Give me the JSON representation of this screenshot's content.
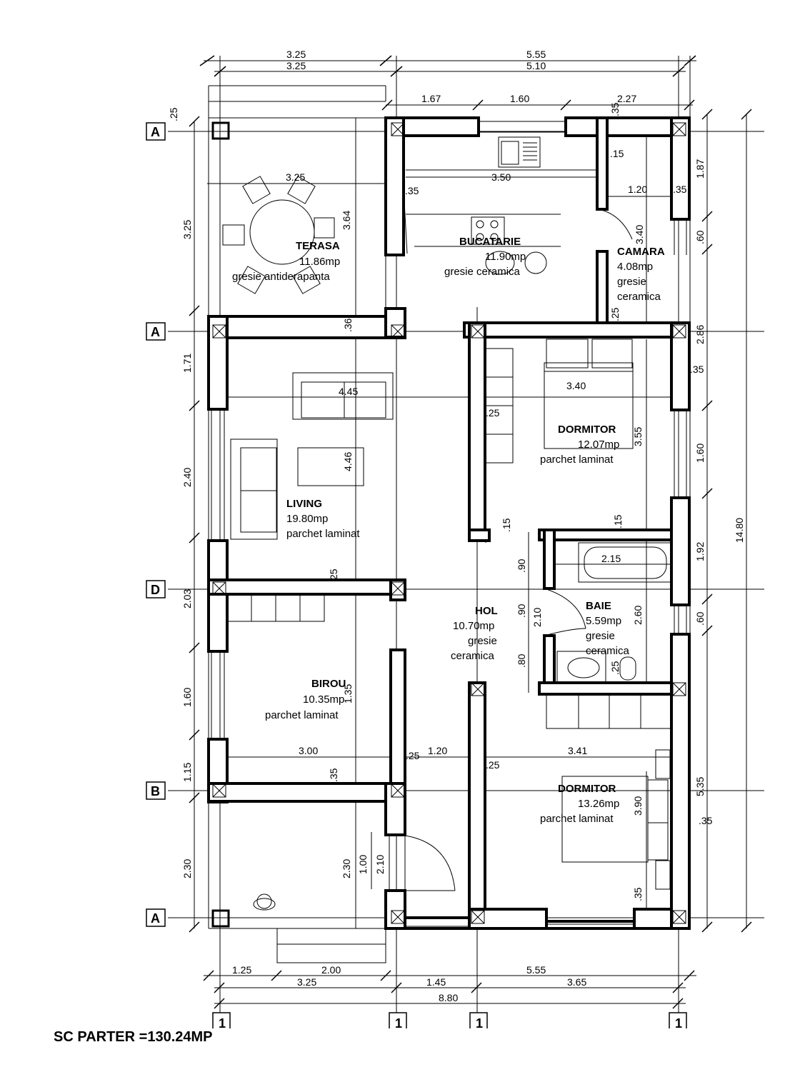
{
  "summary": "SC PARTER =130.24MP",
  "rooms": {
    "terasa": {
      "name": "TERASA",
      "area": "11.86mp",
      "floor": "gresie antiderapanta"
    },
    "bucatarie": {
      "name": "BUCATARIE",
      "area": "11.90mp",
      "floor": "gresie ceramica"
    },
    "camara": {
      "name": "CAMARA",
      "area": "4.08mp",
      "floor1": "gresie",
      "floor2": "ceramica"
    },
    "living": {
      "name": "LIVING",
      "area": "19.80mp",
      "floor": "parchet laminat"
    },
    "dormitor1": {
      "name": "DORMITOR",
      "area": "12.07mp",
      "floor": "parchet laminat"
    },
    "hol": {
      "name": "HOL",
      "area": "10.70mp",
      "floor1": "gresie",
      "floor2": "ceramica"
    },
    "baie": {
      "name": "BAIE",
      "area": "5.59mp",
      "floor1": "gresie",
      "floor2": "ceramica"
    },
    "birou": {
      "name": "BIROU",
      "area": "10.35mp",
      "floor": "parchet laminat"
    },
    "dormitor2": {
      "name": "DORMITOR",
      "area": "13.26mp",
      "floor": "parchet laminat"
    }
  },
  "grid_labels": {
    "left": [
      "A",
      "A",
      "D",
      "B",
      "A"
    ],
    "bottom": [
      "1",
      "1",
      "1",
      "1"
    ]
  },
  "dims": {
    "top_row1": [
      "3.25",
      "5.55"
    ],
    "top_row2": [
      "3.25",
      "5.10"
    ],
    "top_row3": [
      "1.67",
      "1.60",
      "2.27"
    ],
    "bottom_row1": [
      "1.25",
      "2.00",
      "5.55"
    ],
    "bottom_row2": [
      "3.25",
      "1.45",
      "3.65"
    ],
    "bottom_total": "8.80",
    "left": [
      "3.25",
      "1.71",
      "2.40",
      "2.03",
      "1.60",
      "1.15",
      "2.30"
    ],
    "right": [
      "1.87",
      ".60",
      "2.86",
      "1.60",
      "1.92",
      ".60",
      "5.35"
    ],
    "right_total": "14.80",
    "inner": {
      "t25": ".25",
      "kitchen_w": "3.50",
      "k35": ".35",
      "c15": ".15",
      "c120": "1.20",
      "c35": ".35",
      "terasa_w": "3.25",
      "terasa_h": "3.64",
      "k340": "3.40",
      "c25": ".25",
      "l36": ".36",
      "living_w": "4.45",
      "living_h": "4.46",
      "d1_w": "3.40",
      "d1_h": "3.55",
      "d1_35": ".35",
      "h25": ".25",
      "h15a": ".15",
      "h15b": ".15",
      "b215": "2.15",
      "h90a": ".90",
      "h90b": ".90",
      "h210": "2.10",
      "h80": ".80",
      "b260": "2.60",
      "b25": ".25",
      "l25": "25",
      "bi135": "1.35",
      "bi_w": "3.00",
      "h120": "1.20",
      "bi25": ".25",
      "h25b": ".25",
      "d2_w": "3.41",
      "bi35": ".35",
      "d2_390": "3.90",
      "d2_35": ".35",
      "d2_35b": ".35",
      "e230": "2.30",
      "e100": "1.00",
      "e210": "2.10"
    }
  }
}
